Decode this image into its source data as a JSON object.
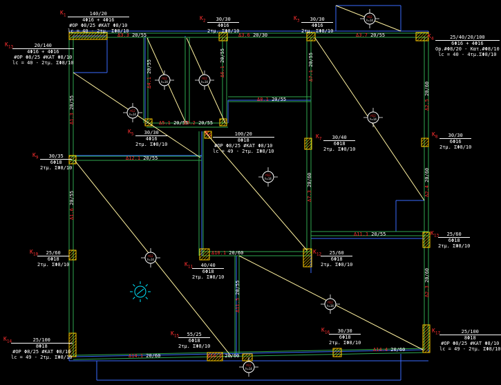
{
  "colors": {
    "background": "#000000",
    "slab_edge": "#3a6cff",
    "beam": "#2fa84f",
    "column_hatch": "#ffcc00",
    "diagonal": "#fff2a0",
    "label_text": "#ffffff",
    "column_id": "#ff3030",
    "sun_symbol": "#00e5ff"
  },
  "columns": [
    {
      "id": "K",
      "sub": "1",
      "title": "140/20",
      "lines": [
        "4Φ16 + 4Φ16",
        "#OP Φ8/25 #KAT Φ8/10",
        "lc = 40 - 2τμ. ΣΦ8/10"
      ]
    },
    {
      "id": "K",
      "sub": "2",
      "title": "30/30",
      "lines": [
        "4Φ16",
        "2τμ. ΣΦ8/10"
      ]
    },
    {
      "id": "K",
      "sub": "3",
      "title": "30/30",
      "lines": [
        "4Φ16",
        "2τμ. ΣΦ8/10"
      ]
    },
    {
      "id": "K",
      "sub": "4",
      "title": "25/40/20/100",
      "lines": [
        "6Φ16 + 4Φ16",
        "Op.#Φ8/20 - Κατ.#Φ8/10",
        "lc = 40 - 4τμ.ΣΦ8/10"
      ]
    },
    {
      "id": "K",
      "sub": "13",
      "title": "20/140",
      "lines": [
        "4Φ16 + 4Φ16",
        "#OP Φ8/25 #KAT Φ8/10",
        "lc = 40 - 2τμ. ΣΦ8/10"
      ]
    },
    {
      "id": "K",
      "sub": "5",
      "title": "30/30",
      "lines": [
        "4Φ16",
        "2τμ. ΣΦ8/10"
      ]
    },
    {
      "id": "K",
      "sub": "6",
      "title": "100/20",
      "lines": [
        "8Φ18",
        "#OP Φ8/25 #KAT Φ8/10",
        "lc = 49 - 2τμ. ΣΦ8/10"
      ]
    },
    {
      "id": "K",
      "sub": "7",
      "title": "30/40",
      "lines": [
        "6Φ18",
        "2τμ. ΣΦ8/10"
      ]
    },
    {
      "id": "K",
      "sub": "8",
      "title": "30/30",
      "lines": [
        "6Φ16",
        "2τμ. ΣΦ8/10"
      ]
    },
    {
      "id": "K",
      "sub": "9",
      "title": "30/35",
      "lines": [
        "6Φ18",
        "2τμ. ΣΦ8/10"
      ]
    },
    {
      "id": "K",
      "sub": "10",
      "title": "25/60",
      "lines": [
        "6Φ18",
        "2τμ. ΣΦ8/10"
      ]
    },
    {
      "id": "K",
      "sub": "11",
      "title": "40/40",
      "lines": [
        "6Φ18",
        "2τμ. ΣΦ8/10"
      ]
    },
    {
      "id": "K",
      "sub": "12",
      "title": "25/60",
      "lines": [
        "6Φ18",
        "2τμ. ΣΦ8/10"
      ]
    },
    {
      "id": "K",
      "sub": "13",
      "title": "25/60",
      "lines": [
        "6Φ18",
        "2τμ. ΣΦ8/10"
      ]
    },
    {
      "id": "K",
      "sub": "14",
      "title": "25/100",
      "lines": [
        "8Φ18",
        "#OP Φ8/25 #KAT Φ8/10",
        "lc = 49 - 2τμ. ΣΦ8/10"
      ]
    },
    {
      "id": "K",
      "sub": "15",
      "title": "55/25",
      "lines": [
        "6Φ18",
        "2τμ. ΣΦ8/10"
      ]
    },
    {
      "id": "K",
      "sub": "16",
      "title": "30/30",
      "lines": [
        "6Φ18",
        "2τμ. ΣΦ8/10"
      ]
    },
    {
      "id": "K",
      "sub": "17",
      "title": "25/100",
      "lines": [
        "8Φ18",
        "#OP Φ8/25 #KAT Φ8/10",
        "lc = 49 - 2τμ. ΣΦ8/10"
      ]
    }
  ],
  "beams": [
    {
      "delta": "Δ3.3",
      "size": "20/55"
    },
    {
      "delta": "Δ3.6",
      "size": "20/30"
    },
    {
      "delta": "Δ3.7",
      "size": "20/55"
    },
    {
      "delta": "Δ8.1",
      "size": "20/55"
    },
    {
      "delta": "Δ5.1",
      "size": "20/55"
    },
    {
      "delta": "Δ5.2",
      "size": "20/55"
    },
    {
      "delta": "Δ12.1",
      "size": "20/55"
    },
    {
      "delta": "Δ11.1",
      "size": "20/55"
    },
    {
      "delta": "Δ10.1",
      "size": "20/60"
    },
    {
      "delta": "Δ14.1",
      "size": "20/60"
    },
    {
      "delta": "Δ14.2",
      "size": "20/60"
    },
    {
      "delta": "Δ14.4",
      "size": "20/60"
    }
  ],
  "vbeams": [
    {
      "delta": "Δ4.1",
      "size": "20/55"
    },
    {
      "delta": "Δ6.1",
      "size": "20/55"
    },
    {
      "delta": "Δ7.1",
      "size": "20/55"
    },
    {
      "delta": "Δ2.5",
      "size": "20/60"
    },
    {
      "delta": "Δ1.3",
      "size": "20/55"
    },
    {
      "delta": "Δ1.6",
      "size": "20/55"
    },
    {
      "delta": "Δ7.3",
      "size": "20/60"
    },
    {
      "delta": "Δ2.4",
      "size": "20/60"
    },
    {
      "delta": "Δ2.3",
      "size": "20/60"
    },
    {
      "delta": "Δ11.5",
      "size": "20/55"
    }
  ],
  "slab_markers": [
    {
      "top": "Π12",
      "bot": "h=14"
    }
  ]
}
